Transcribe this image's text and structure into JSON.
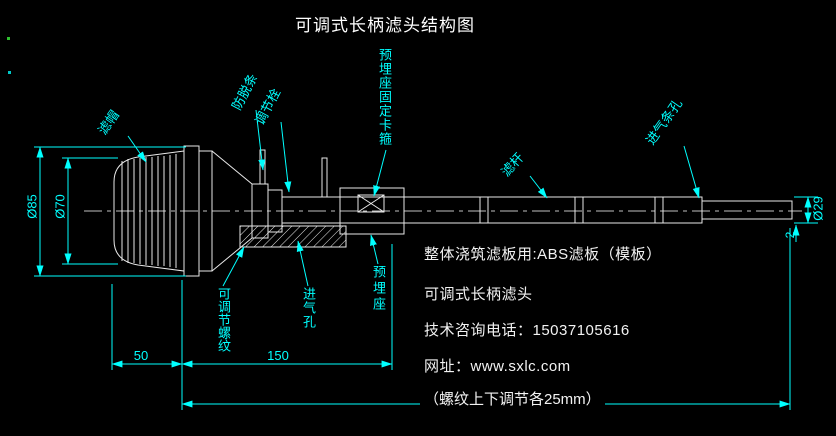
{
  "colors": {
    "background": "#000000",
    "drawing_line": "#e8e8e8",
    "accent": "#00ffff",
    "text": "#ffffff"
  },
  "title": "可调式长柄滤头结构图",
  "labels": {
    "cap": "滤帽",
    "anti_slip": "防脱条",
    "adjust_bolt": "调节栓",
    "seat_clamp": "预埋座固定卡箍",
    "rod": "滤杆",
    "air_slot": "进气条孔",
    "adjust_thread": "可调节螺纹",
    "air_hole": "进气孔",
    "embedded_seat": "预埋座"
  },
  "dimensions": {
    "dia85": "Ø85",
    "dia70": "Ø70",
    "dia29": "Ø29",
    "step": "2",
    "len_50": "50",
    "len_150": "150",
    "thread_note": "（螺纹上下调节各25mm）"
  },
  "info": {
    "board": "整体浇筑滤板用:ABS滤板（模板）",
    "product": "可调式长柄滤头",
    "phone": "技术咨询电话：15037105616",
    "website": "网址：www.sxlc.com"
  }
}
